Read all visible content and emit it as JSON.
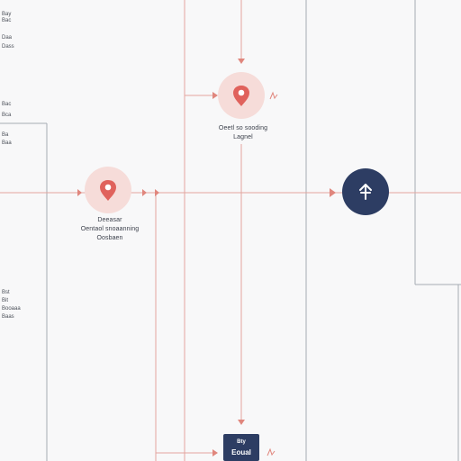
{
  "colors": {
    "background": "#f8f8f9",
    "connector": "#e3a59e",
    "frame_line": "#9aa0ab",
    "node_halo": "#f6dcd9",
    "node_pin": "#e0625c",
    "node_dark": "#2d3d63",
    "text": "#3a3f4a"
  },
  "side_labels": [
    {
      "lines": [
        "Bay",
        "Bac",
        "Daa",
        "Dass"
      ]
    },
    {
      "lines": [
        "Bac",
        "Bca"
      ]
    },
    {
      "lines": [
        "Ba",
        "Baa"
      ]
    },
    {
      "lines": [
        "Bst",
        "Bit",
        "Booaaa",
        "Baas"
      ]
    }
  ],
  "nodes": [
    {
      "id": "pin-top",
      "icon": "map-pin-icon",
      "lines": [
        "Oeetl so sooding",
        "Lagnel"
      ]
    },
    {
      "id": "pin-left",
      "icon": "map-pin-icon",
      "lines": [
        "Deeasar",
        "Oentaol snoaanning",
        "Oosbaen"
      ]
    },
    {
      "id": "dark",
      "icon": "up-arrow-icon",
      "lines": []
    }
  ],
  "badge": {
    "lines": [
      "Bty",
      "Eoual"
    ]
  }
}
